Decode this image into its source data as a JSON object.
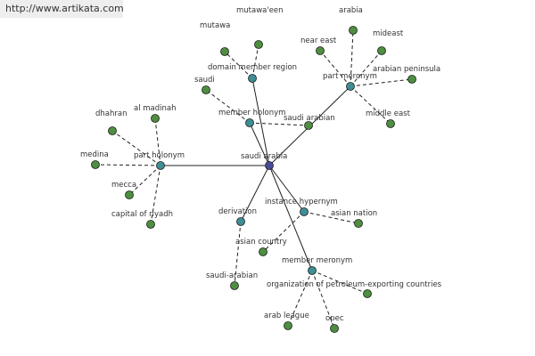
{
  "header": {
    "url": "http://www.artikata.com"
  },
  "colors": {
    "center": "#4a4a9a",
    "relation": "#3e8e94",
    "leaf": "#4e8f3f",
    "stroke": "#222222"
  },
  "graph": {
    "center": {
      "id": "saudi-arabia",
      "label": "saudi arabia"
    },
    "relations": [
      {
        "id": "domain-member-region",
        "label": "domain member region",
        "leaves": [
          {
            "id": "mutawa-een",
            "label": "mutawa'een"
          },
          {
            "id": "mutawa",
            "label": "mutawa"
          }
        ]
      },
      {
        "id": "part-meronym",
        "label": "part meronym",
        "leaves": [
          {
            "id": "arabia",
            "label": "arabia"
          },
          {
            "id": "near-east",
            "label": "near east"
          },
          {
            "id": "mideast",
            "label": "mideast"
          },
          {
            "id": "arabian-peninsula",
            "label": "arabian peninsula"
          },
          {
            "id": "middle-east",
            "label": "middle east"
          }
        ]
      },
      {
        "id": "member-holonym",
        "label": "member holonym",
        "leaves": [
          {
            "id": "saudi",
            "label": "saudi"
          },
          {
            "id": "saudi-arabian-1",
            "label": "saudi arabian"
          }
        ]
      },
      {
        "id": "part-holonym",
        "label": "part holonym",
        "leaves": [
          {
            "id": "dhahran",
            "label": "dhahran"
          },
          {
            "id": "al-madinah",
            "label": "al madinah"
          },
          {
            "id": "medina",
            "label": "medina"
          },
          {
            "id": "mecca",
            "label": "mecca"
          },
          {
            "id": "capital-of-riyadh",
            "label": "capital of riyadh"
          }
        ]
      },
      {
        "id": "derivation",
        "label": "derivation",
        "leaves": [
          {
            "id": "saudi-arabian-2",
            "label": "saudi-arabian"
          }
        ]
      },
      {
        "id": "instance-hypernym",
        "label": "instance hypernym",
        "leaves": [
          {
            "id": "asian-nation",
            "label": "asian nation"
          },
          {
            "id": "asian-country",
            "label": "asian country"
          }
        ]
      },
      {
        "id": "member-meronym",
        "label": "member meronym",
        "leaves": [
          {
            "id": "opec-org",
            "label": "organization of petroleum-exporting countries"
          },
          {
            "id": "arab-league",
            "label": "arab league"
          },
          {
            "id": "opec",
            "label": "opec"
          }
        ]
      }
    ]
  }
}
